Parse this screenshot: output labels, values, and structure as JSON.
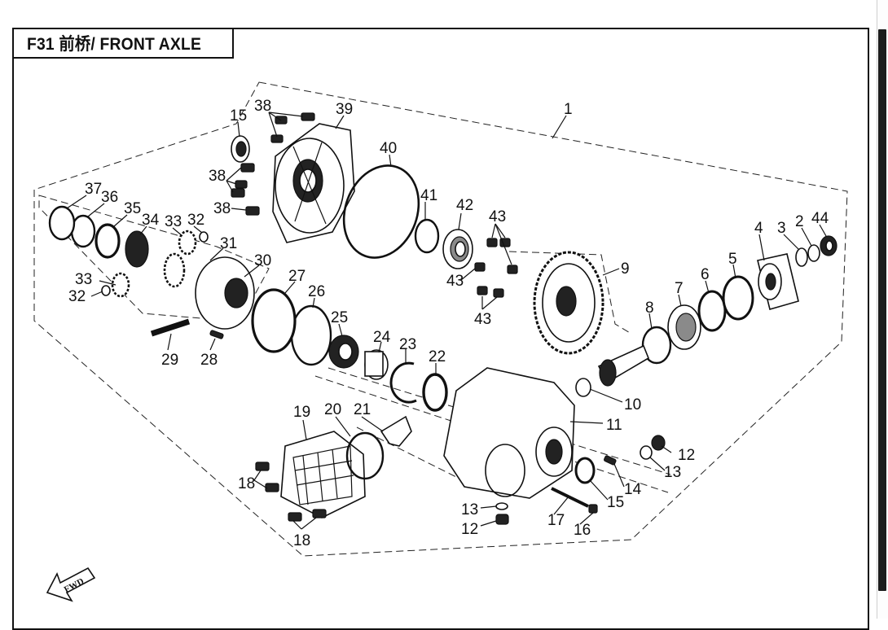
{
  "title": "F31 前桥/ FRONT AXLE",
  "fwd_label": "FWD",
  "callouts": [
    "1",
    "2",
    "3",
    "4",
    "5",
    "6",
    "7",
    "8",
    "9",
    "10",
    "11",
    "12",
    "12",
    "13",
    "13",
    "14",
    "15",
    "15",
    "16",
    "17",
    "18",
    "18",
    "19",
    "20",
    "21",
    "22",
    "23",
    "24",
    "25",
    "26",
    "27",
    "28",
    "29",
    "30",
    "31",
    "32",
    "32",
    "33",
    "33",
    "34",
    "35",
    "36",
    "37",
    "38",
    "38",
    "38",
    "39",
    "40",
    "41",
    "42",
    "43",
    "43",
    "43",
    "44"
  ]
}
